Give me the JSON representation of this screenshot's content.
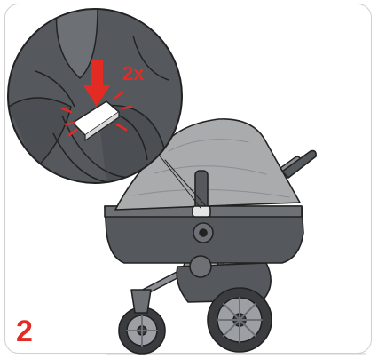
{
  "step": {
    "number": "2"
  },
  "callout": {
    "repeat_label": "2x"
  },
  "colors": {
    "accent": "#e32b24",
    "body_dark": "#55585c",
    "body_mid": "#6d7074",
    "canopy": "#a9abad",
    "outline": "#222222",
    "frame_border": "#cfcfcf"
  },
  "icons": {
    "press_arrow": "down-arrow-icon",
    "release_button": "button-icon",
    "stroller": "stroller-illustration"
  }
}
